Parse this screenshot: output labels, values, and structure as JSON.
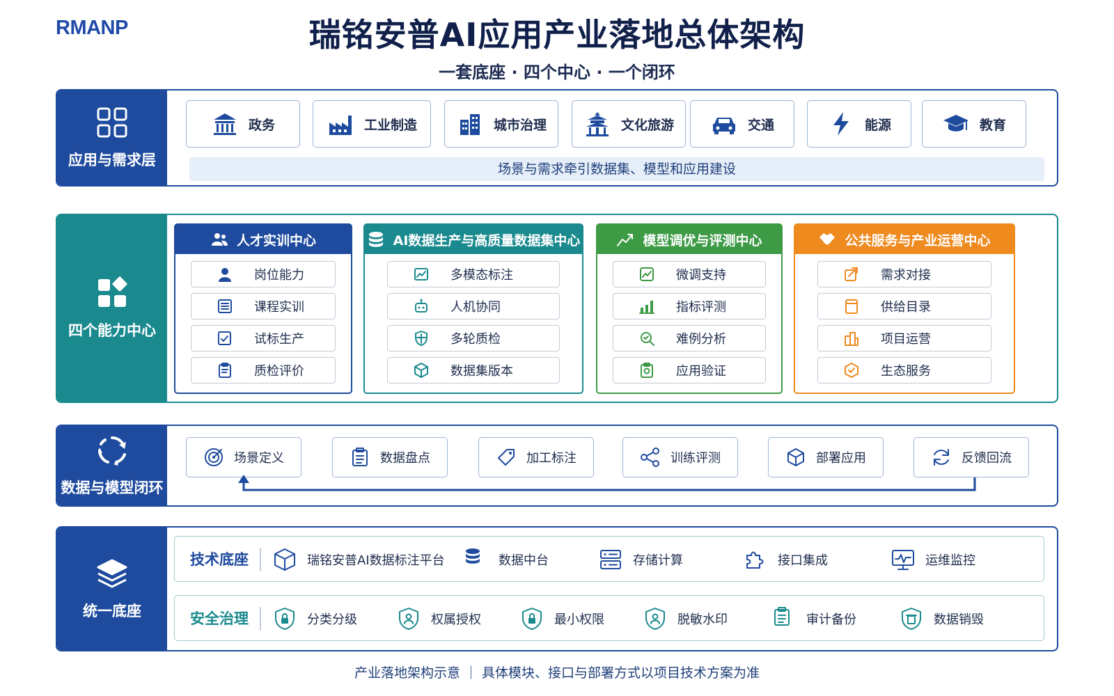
{
  "logo": "RMANP",
  "title": "瑞铭安普AI应用产业落地总体架构",
  "subtitle": "一套底座 · 四个中心 · 一个闭环",
  "colors": {
    "blue": "#1e4b9e",
    "teal": "#1a8a8e",
    "green": "#3d9a45",
    "orange": "#ef8a1f"
  },
  "app_layer": {
    "label": "应用与需求层",
    "icon": "apps-grid-icon",
    "items": [
      {
        "label": "政务",
        "icon": "government-building-icon"
      },
      {
        "label": "工业制造",
        "icon": "factory-icon"
      },
      {
        "label": "城市治理",
        "icon": "city-buildings-icon"
      },
      {
        "label": "文化旅游",
        "icon": "temple-icon"
      },
      {
        "label": "交通",
        "icon": "car-icon"
      },
      {
        "label": "能源",
        "icon": "lightning-icon"
      },
      {
        "label": "教育",
        "icon": "graduation-cap-icon"
      }
    ],
    "banner": "场景与需求牵引数据集、模型和应用建设"
  },
  "centers_layer": {
    "label": "四个能力中心",
    "icon": "blocks-icon",
    "centers": [
      {
        "title": "人才实训中心",
        "color": "#1e4b9e",
        "icon": "people-icon",
        "items": [
          {
            "label": "岗位能力",
            "icon": "person-icon"
          },
          {
            "label": "课程实训",
            "icon": "list-icon"
          },
          {
            "label": "试标生产",
            "icon": "edit-check-icon"
          },
          {
            "label": "质检评价",
            "icon": "clipboard-icon"
          }
        ]
      },
      {
        "title": "AI数据生产与高质量数据集中心",
        "color": "#1a8a8e",
        "icon": "database-icon",
        "items": [
          {
            "label": "多模态标注",
            "icon": "image-icon"
          },
          {
            "label": "人机协同",
            "icon": "robot-icon"
          },
          {
            "label": "多轮质检",
            "icon": "shield-icon"
          },
          {
            "label": "数据集版本",
            "icon": "cube-icon"
          }
        ]
      },
      {
        "title": "模型调优与评测中心",
        "color": "#3d9a45",
        "icon": "trend-line-icon",
        "items": [
          {
            "label": "微调支持",
            "icon": "chart-window-icon"
          },
          {
            "label": "指标评测",
            "icon": "bar-chart-icon"
          },
          {
            "label": "难例分析",
            "icon": "magnifier-icon"
          },
          {
            "label": "应用验证",
            "icon": "verify-icon"
          }
        ]
      },
      {
        "title": "公共服务与产业运营中心",
        "color": "#ef8a1f",
        "icon": "handshake-icon",
        "items": [
          {
            "label": "需求对接",
            "icon": "external-link-icon"
          },
          {
            "label": "供给目录",
            "icon": "catalog-icon"
          },
          {
            "label": "项目运营",
            "icon": "buildings-icon"
          },
          {
            "label": "生态服务",
            "icon": "hexagon-icon"
          }
        ]
      }
    ]
  },
  "loop_layer": {
    "label": "数据与模型闭环",
    "icon": "cycle-icon",
    "steps": [
      {
        "label": "场景定义",
        "icon": "target-icon"
      },
      {
        "label": "数据盘点",
        "icon": "clipboard-list-icon"
      },
      {
        "label": "加工标注",
        "icon": "tag-icon"
      },
      {
        "label": "训练评测",
        "icon": "network-icon"
      },
      {
        "label": "部署应用",
        "icon": "box-icon"
      },
      {
        "label": "反馈回流",
        "icon": "refresh-icon"
      }
    ]
  },
  "base_layer": {
    "label": "统一底座",
    "icon": "layers-icon",
    "tech": {
      "title": "技术底座",
      "items": [
        {
          "label": "瑞铭安普AI数据标注平台",
          "icon": "cube-3d-icon"
        },
        {
          "label": "数据中台",
          "icon": "database-icon"
        },
        {
          "label": "存储计算",
          "icon": "server-icon"
        },
        {
          "label": "接口集成",
          "icon": "puzzle-icon"
        },
        {
          "label": "运维监控",
          "icon": "monitor-icon"
        }
      ]
    },
    "security": {
      "title": "安全治理",
      "items": [
        {
          "label": "分类分级",
          "icon": "shield-lock-icon"
        },
        {
          "label": "权属授权",
          "icon": "shield-user-icon"
        },
        {
          "label": "最小权限",
          "icon": "shield-lock-icon"
        },
        {
          "label": "脱敏水印",
          "icon": "shield-user-icon"
        },
        {
          "label": "审计备份",
          "icon": "clipboard-list-icon"
        },
        {
          "label": "数据销毁",
          "icon": "trash-icon"
        }
      ]
    }
  },
  "footer": "产业落地架构示意 ｜ 具体模块、接口与部署方式以项目技术方案为准"
}
